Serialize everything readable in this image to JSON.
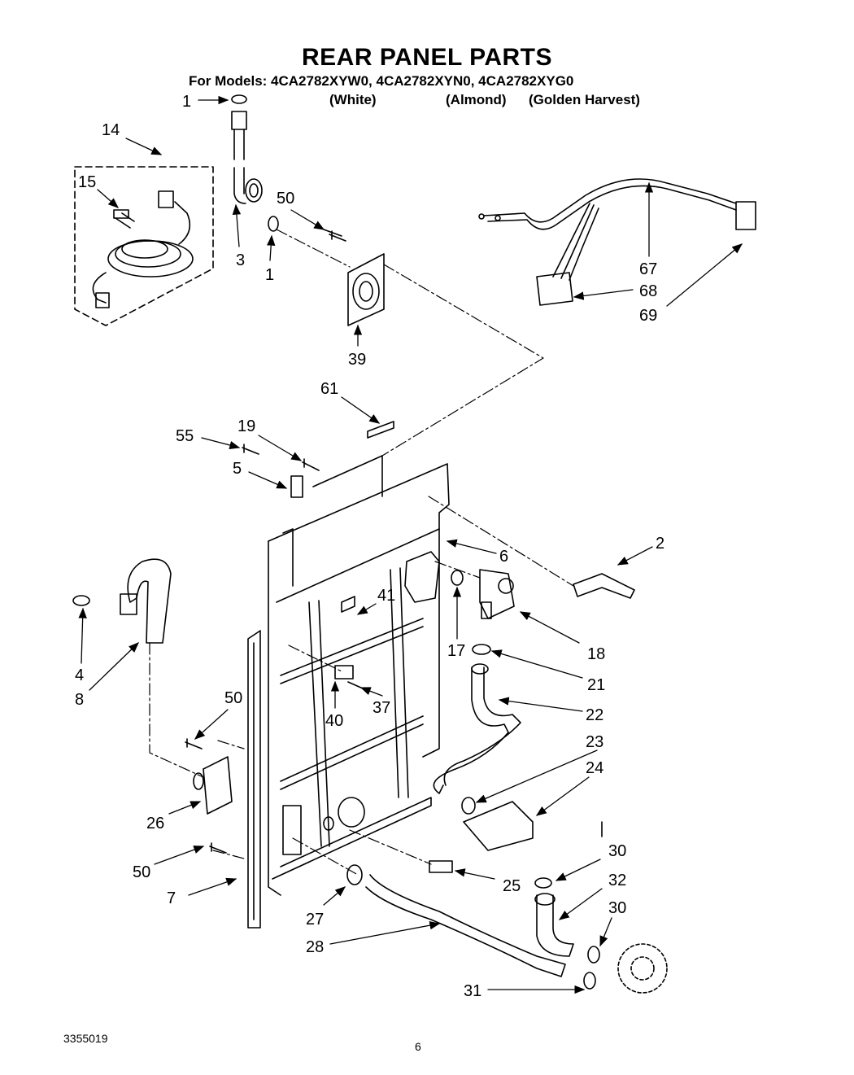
{
  "title": "REAR PANEL PARTS",
  "models_line": "For Models: 4CA2782XYW0, 4CA2782XYN0, 4CA2782XYG0",
  "colors": [
    "(White)",
    "(Almond)",
    "(Golden Harvest)"
  ],
  "callouts": [
    "1",
    "14",
    "15",
    "3",
    "1",
    "50",
    "39",
    "67",
    "68",
    "69",
    "61",
    "55",
    "19",
    "5",
    "2",
    "6",
    "41",
    "17",
    "18",
    "21",
    "4",
    "8",
    "22",
    "40",
    "37",
    "23",
    "50",
    "24",
    "26",
    "30",
    "32",
    "25",
    "50",
    "7",
    "30",
    "27",
    "28",
    "31"
  ],
  "footer": {
    "doc_number": "3355019",
    "page_number": "6"
  }
}
